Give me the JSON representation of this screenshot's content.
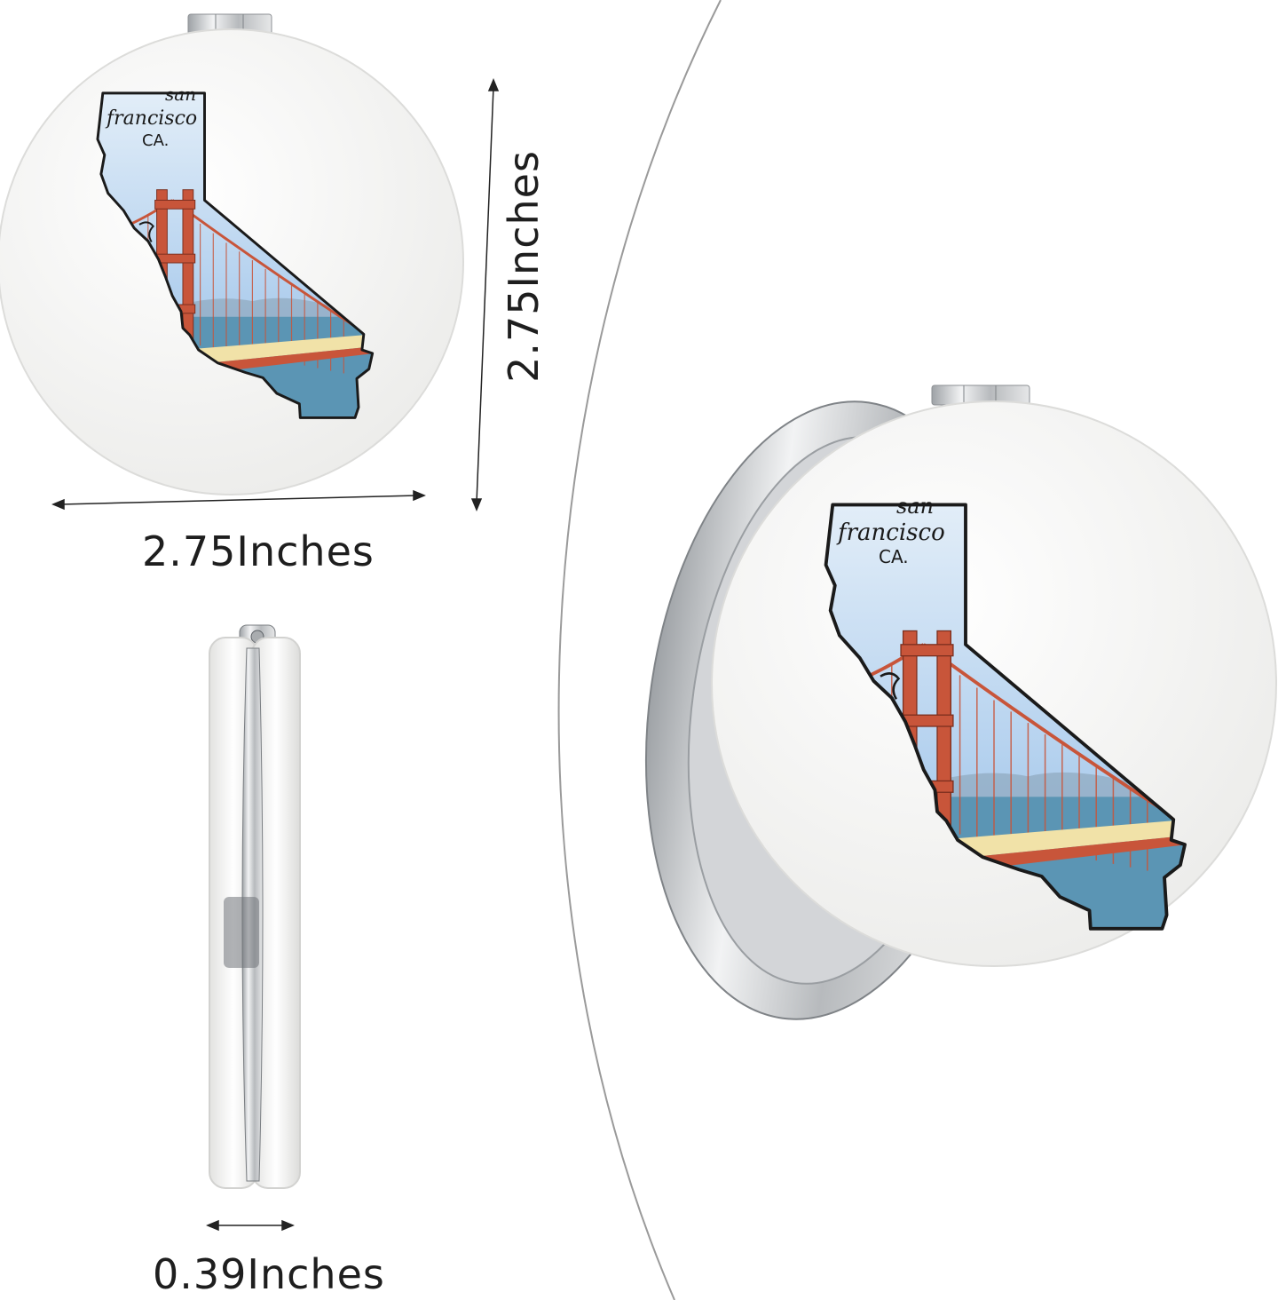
{
  "dimensions": {
    "width_label": "2.75Inches",
    "height_label": "2.75Inches",
    "thickness_label": "0.39Inches"
  },
  "artwork": {
    "script_line1": "san",
    "script_line2": "francisco",
    "script_line3": "CA."
  },
  "colors": {
    "sky_top": "#d6e6f5",
    "sky_bottom": "#9cc3ea",
    "water": "#5a95b4",
    "bridge": "#c8553a",
    "deck": "#f1e2a8",
    "outline": "#1a1a1a",
    "case_white": "#f4f4f2",
    "metal": "#c9cbce"
  }
}
